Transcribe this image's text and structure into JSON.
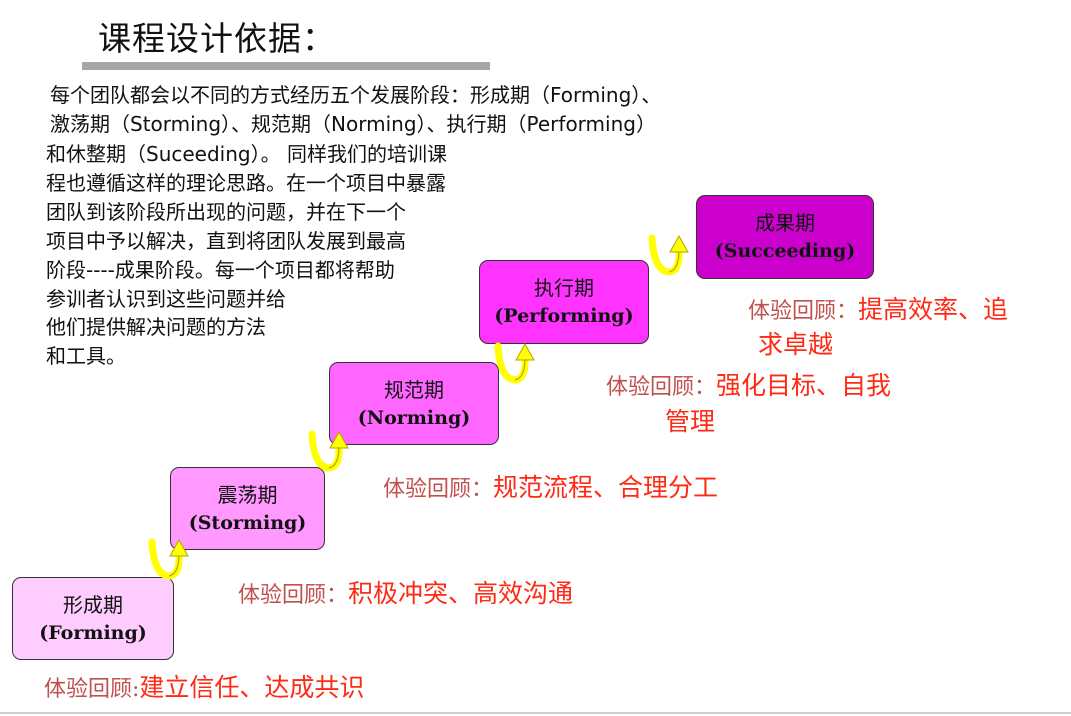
{
  "title": "课程设计依据：",
  "intro": {
    "line1": "每个团队都会以不同的方式经历五个发展阶段：形成期（Forming）、",
    "line2": "激荡期（Storming）、规范期（Norming）、执行期（Performing）",
    "line3": "和休整期（Suceeding）。 同样我们的培训课",
    "line4": "程也遵循这样的理论思路。在一个项目中暴露",
    "line5": "团队到该阶段所出现的问题，并在下一个",
    "line6": "项目中予以解决，直到将团队发展到最高",
    "line7": "阶段----成果阶段。每一个项目都将帮助",
    "line8": "参训者认识到这些问题并给",
    "line9": "他们提供解决问题的方法",
    "line10": "和工具。"
  },
  "stages": [
    {
      "cn": "形成期",
      "en": "(Forming)",
      "fill": "#ffccff"
    },
    {
      "cn": "震荡期",
      "en": "(Storming)",
      "fill": "#ff99ff"
    },
    {
      "cn": "规范期",
      "en": "(Norming)",
      "fill": "#ff66ff"
    },
    {
      "cn": "执行期",
      "en": "(Performing)",
      "fill": "#ff33ff"
    },
    {
      "cn": "成果期",
      "en": "(Succeeding)",
      "fill": "#cc00cc"
    }
  ],
  "reviews": {
    "forming": {
      "label": "体验回顾:",
      "text": "建立信任、达成共识"
    },
    "storming": {
      "label": "体验回顾：",
      "text": "积极冲突、高效沟通"
    },
    "norming": {
      "label": "体验回顾：",
      "text": "规范流程、合理分工"
    },
    "performing": {
      "label": "体验回顾：",
      "text": "强化目标、自我",
      "text2": "管理"
    },
    "succeeding": {
      "label": "体验回顾：",
      "text": "提高效率、追",
      "text2": "求卓越"
    }
  },
  "colors": {
    "arrow": "#ffff00",
    "review_label": "#c0504d",
    "review_text": "#ff2a14"
  }
}
